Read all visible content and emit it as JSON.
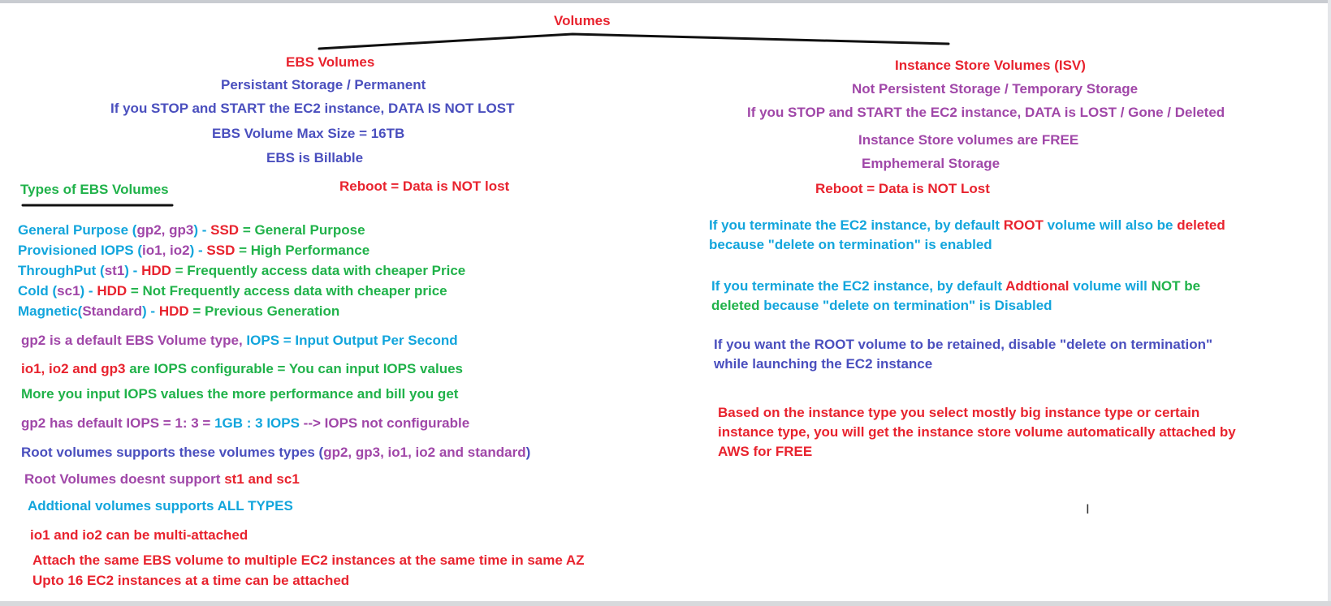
{
  "title": "Volumes",
  "ebs": {
    "heading": "EBS Volumes",
    "persistent": "Persistant Storage / Permanent",
    "stop_start": "If you STOP and START the EC2 instance, DATA IS NOT LOST",
    "max_size": "EBS Volume Max Size = 16TB",
    "billable": "EBS is Billable",
    "reboot": "Reboot = Data is NOT lost",
    "types_heading": "Types of EBS Volumes",
    "types": [
      {
        "a": "General Purpose (",
        "b": "gp2, gp3",
        "c": ") - ",
        "d": "SSD",
        "e": " = General Purpose"
      },
      {
        "a": "Provisioned IOPS (",
        "b": "io1, io2",
        "c": ") - ",
        "d": "SSD",
        "e": " = High Performance"
      },
      {
        "a": "ThroughPut (",
        "b": "st1",
        "c": ") - ",
        "d": "HDD",
        "e": " = Frequently access data with cheaper Price"
      },
      {
        "a": "Cold (",
        "b": "sc1",
        "c": ") - ",
        "d": "HDD",
        "e": " = Not Frequently access data with cheaper price"
      },
      {
        "a": "Magnetic(",
        "b": "Standard",
        "c": ") - ",
        "d": "HDD",
        "e": " = Previous Generation"
      }
    ],
    "gp2_default": {
      "a": "gp2 is a default EBS Volume type, ",
      "b": "IOPS = Input Output Per Second"
    },
    "io_config": {
      "a": "io1, io2 and gp3",
      "b": " are IOPS configurable = You can input IOPS values"
    },
    "more_iops": "More you input IOPS values the more performance and bill you get",
    "gp2_iops": {
      "a": "gp2 has default IOPS = 1: 3 = ",
      "b": "1GB : 3 IOPS",
      "c": " --> IOPS not configurable"
    },
    "root_supports": {
      "a": "Root volumes supports these volumes types (",
      "b": "gp2, gp3, io1, io2 and standard",
      "c": ")"
    },
    "root_not": {
      "a": "Root Volumes doesnt support ",
      "b": "st1 and sc1"
    },
    "additional": "Addtional volumes supports ALL TYPES",
    "multi_attach": "io1 and io2 can be multi-attached",
    "attach_same": "Attach the same EBS volume to multiple EC2 instances at the same time in same AZ",
    "upto16": "Upto 16 EC2 instances at a time can be attached"
  },
  "isv": {
    "heading": "Instance Store Volumes (ISV)",
    "not_persistent": "Not Persistent Storage / Temporary Storage",
    "stop_start": "If you STOP and START the EC2 instance, DATA is LOST / Gone / Deleted",
    "free": "Instance Store volumes are FREE",
    "ephemeral": "Emphemeral Storage",
    "reboot": "Reboot = Data is NOT Lost",
    "terminate_root": {
      "a": "If you terminate the EC2 instance, by default ",
      "b": "ROOT",
      "c": " volume will also be ",
      "d": "deleted",
      "e": "because \"delete on termination\" is enabled"
    },
    "terminate_additional": {
      "a": "If you terminate the EC2 instance, by default ",
      "b": "Addtional",
      "c": " volume will ",
      "d": "NOT be",
      "e": "deleted",
      "f": " because \"delete on termination\" is Disabled"
    },
    "retain_root": {
      "a": "If you want the ROOT volume to be retained, disable \"delete on termination\"",
      "b": "while launching the EC2 instance"
    },
    "instance_type": {
      "a": "Based on the instance type you select mostly big instance type or certain",
      "b": "instance type, you will get the instance store volume automatically attached by",
      "c": "AWS for FREE"
    }
  },
  "colors": {
    "red": "#e8232e",
    "blue": "#4a4fbe",
    "cyan": "#12a5dc",
    "purple": "#a047a8",
    "green": "#20b24a"
  }
}
